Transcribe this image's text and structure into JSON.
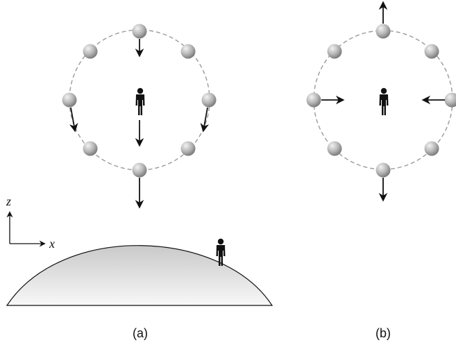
{
  "figure": {
    "panel_a_label": "(a)",
    "panel_b_label": "(b)",
    "axis_z": "z",
    "axis_x": "x",
    "colors": {
      "ink": "#111111",
      "ring": "#9a9a9a",
      "ball_light": "#e8e8e8",
      "ball_dark": "#8a8a8a",
      "earth_top": "#cfcfcf",
      "earth_bottom": "#f7f7f7"
    },
    "icons": [
      "human-figure-icon",
      "test-particle-icon",
      "arrow-icon"
    ]
  }
}
